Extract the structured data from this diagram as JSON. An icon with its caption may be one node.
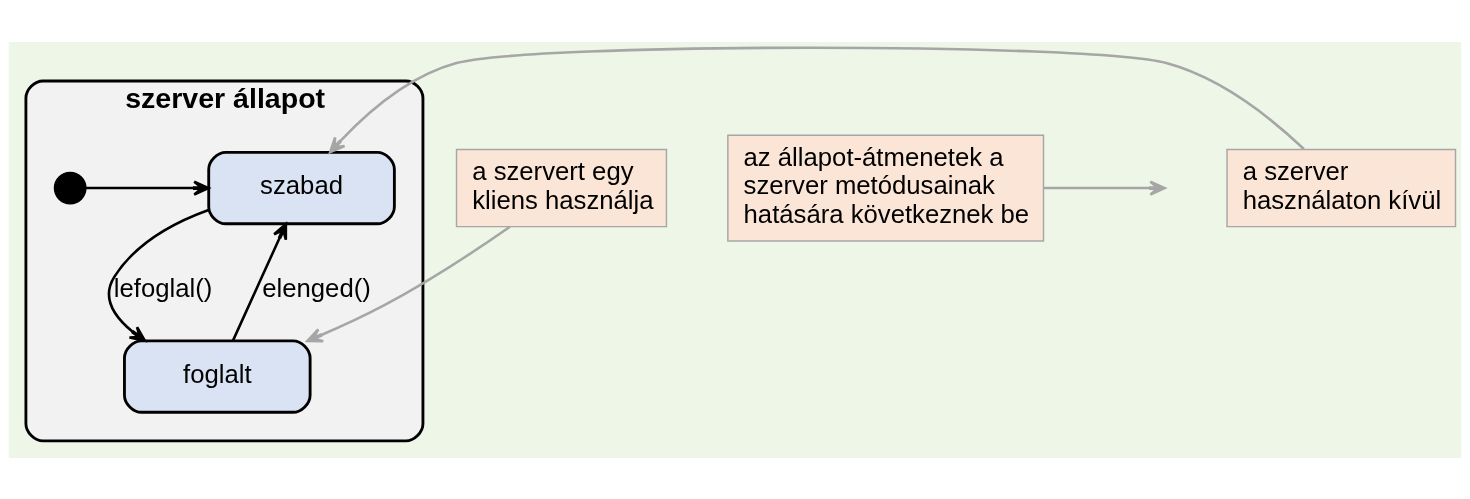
{
  "diagram": {
    "nodes": [
      {
        "text": [
          "szerver állapot"
        ]
      },
      {
        "text": [],
        "shape": "circle",
        "in": 0
      },
      {
        "text": [
          "szabad"
        ],
        "in": 0
      },
      {
        "text": [
          "foglalt"
        ],
        "in": 0
      },
      {
        "text": [
          "az állapot-átmenetek a szerver metódusainak hatására következnek be"
        ]
      },
      {
        "text": [
          "a szerver használaton kívül"
        ]
      },
      {
        "text": [
          "a szervert egy kliens használja"
        ]
      }
    ],
    "edges": [
      {
        "from": 1,
        "to": 2,
        "arrow": "to"
      },
      {
        "from": 2,
        "to": 3,
        "arrow": "to",
        "label": "lefoglal()"
      },
      {
        "from": 3,
        "to": 2,
        "arrow": "to",
        "label": "elenged()"
      },
      {
        "from": 4,
        "to": null,
        "arrow": "to",
        "color": "#a6a6a6"
      },
      {
        "from": 5,
        "to": 2,
        "arrow": "to",
        "color": "#a6a6a6"
      },
      {
        "from": 6,
        "to": 3,
        "arrow": "to",
        "color": "#a6a6a6"
      }
    ]
  }
}
